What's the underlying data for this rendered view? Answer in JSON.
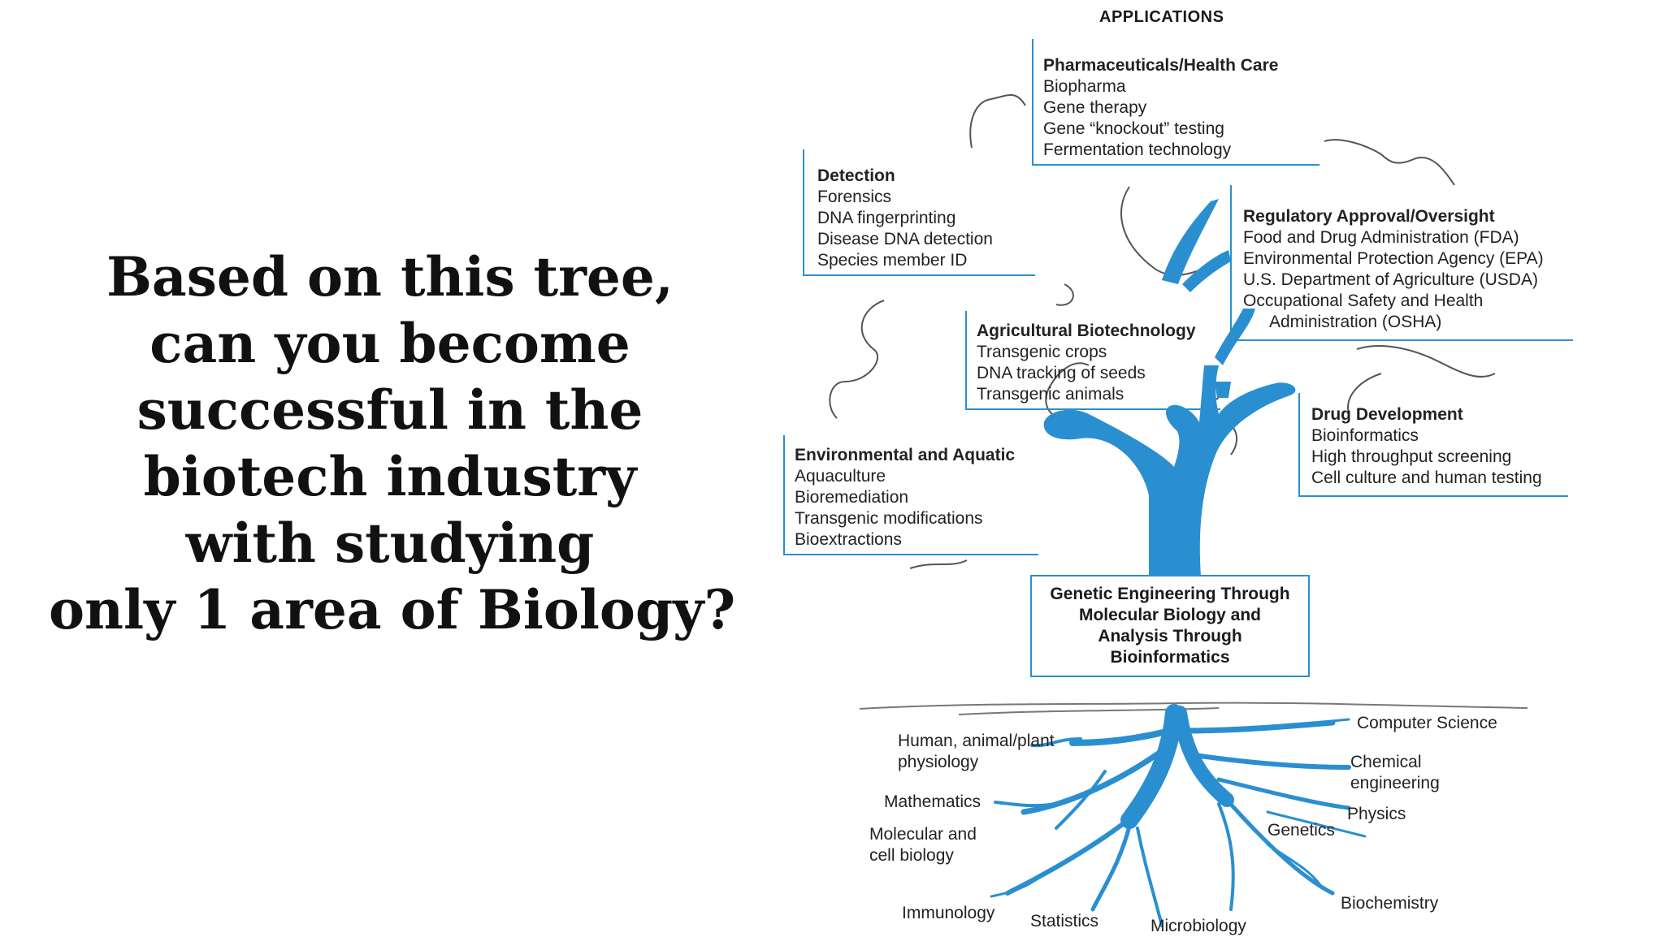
{
  "question": {
    "lines": [
      "Based on this tree,",
      "can you become",
      "successful in the",
      "biotech industry",
      "with studying",
      "only 1 area of Biology?"
    ]
  },
  "diagram": {
    "applications_title": "APPLICATIONS",
    "pharma": {
      "title": "Pharmaceuticals/Health Care",
      "items": [
        "Biopharma",
        "Gene therapy",
        "Gene “knockout” testing",
        "Fermentation technology"
      ]
    },
    "detection": {
      "title": "Detection",
      "items": [
        "Forensics",
        "DNA fingerprinting",
        "Disease DNA detection",
        "Species member ID"
      ]
    },
    "regulatory": {
      "title": "Regulatory Approval/Oversight",
      "items": [
        "Food and Drug Administration (FDA)",
        "Environmental Protection Agency (EPA)",
        "U.S. Department of Agriculture (USDA)",
        "Occupational Safety and Health",
        "Administration (OSHA)"
      ]
    },
    "agricultural": {
      "title": "Agricultural Biotechnology",
      "items": [
        "Transgenic crops",
        "DNA tracking of seeds",
        "Transgenic animals"
      ]
    },
    "environmental": {
      "title": "Environmental and Aquatic",
      "items": [
        "Aquaculture",
        "Bioremediation",
        "Transgenic modifications",
        "Bioextractions"
      ]
    },
    "drug": {
      "title": "Drug Development",
      "items": [
        "Bioinformatics",
        "High throughput screening",
        "Cell culture and human testing"
      ]
    },
    "core": {
      "lines": [
        "Genetic Engineering Through",
        "Molecular Biology and",
        "Analysis Through",
        "Bioinformatics"
      ]
    },
    "roots": {
      "physiology": [
        "Human, animal/plant",
        "physiology"
      ],
      "mathematics": "Mathematics",
      "molecular": [
        "Molecular and",
        "cell biology"
      ],
      "immunology": "Immunology",
      "statistics": "Statistics",
      "microbiology": "Microbiology",
      "computer_science": "Computer Science",
      "chemical": [
        "Chemical",
        "engineering"
      ],
      "physics": "Physics",
      "genetics": "Genetics",
      "biochemistry": "Biochemistry"
    },
    "colors": {
      "tree_blue": "#2a8fd0",
      "outline_gray": "#555555"
    }
  }
}
